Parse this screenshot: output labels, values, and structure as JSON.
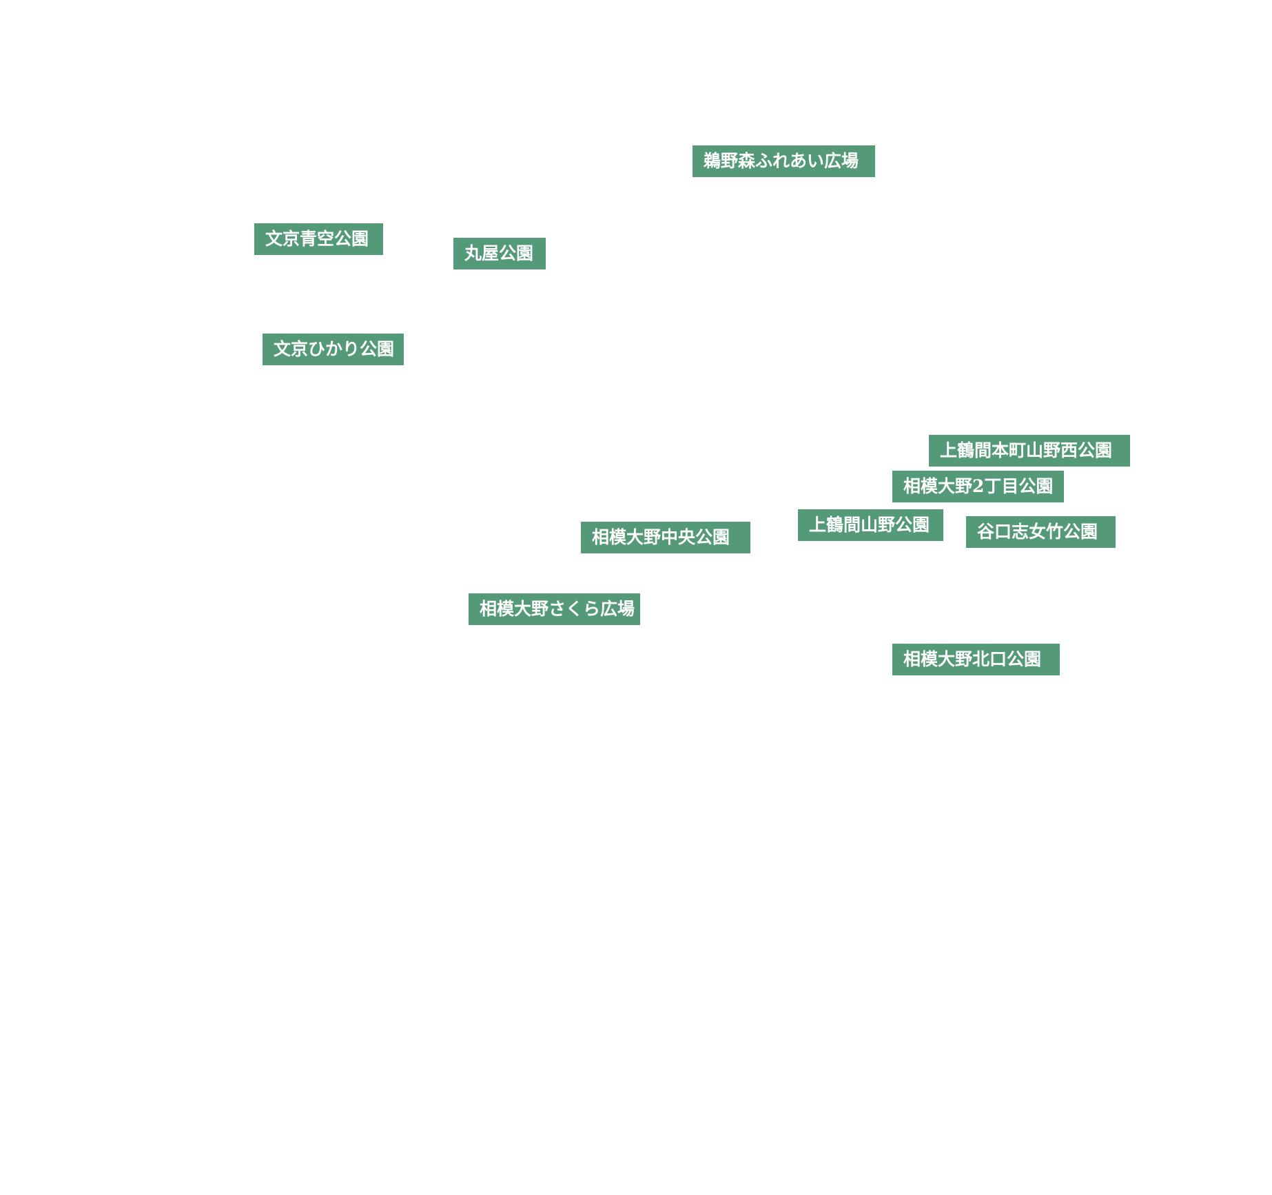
{
  "theme": {
    "label_bg": "#559a78",
    "label_text": "#ffffff",
    "background": "#ffffff"
  },
  "labels": [
    "鵜野森ふれあい広場",
    "文京青空公園",
    "丸屋公園",
    "文京ひかり公園",
    "上鶴間本町山野西公園",
    "相模大野2丁目公園",
    "上鶴間山野公園",
    "谷口志女竹公園",
    "相模大野中央公園",
    "相模大野さくら広場",
    "相模大野北口公園"
  ]
}
